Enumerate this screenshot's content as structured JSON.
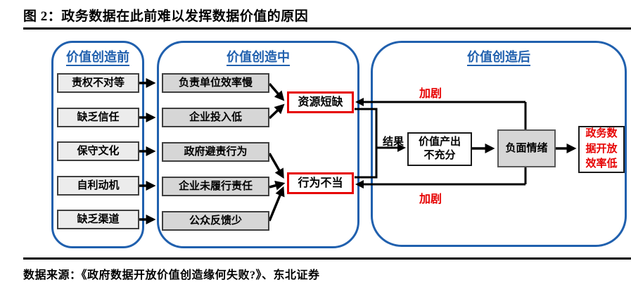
{
  "figure": {
    "title": "图 2：政务数据在此前难以发挥数据价值的原因",
    "source": "数据来源：《政府数据开放价值创造缘何失败?》、东北证券"
  },
  "colors": {
    "accent_blue": "#2060ae",
    "accent_red": "#e60000",
    "box_gray": "#d6d6d6",
    "box_light_gray": "#ececec",
    "line_black": "#000000"
  },
  "stage_pre": {
    "header": "价值创造前",
    "items": [
      "责权不对等",
      "缺乏信任",
      "保守文化",
      "自利动机",
      "缺乏渠道"
    ]
  },
  "stage_mid": {
    "header": "价值创造中",
    "causes": [
      "负责单位效率慢",
      "企业投入低",
      "政府避责行为",
      "企业未履行责任",
      "公众反馈少"
    ],
    "outcome_resource": "资源短缺",
    "outcome_behavior": "行为不当"
  },
  "stage_post": {
    "header": "价值创造后",
    "aggravate_top": "加剧",
    "aggravate_bottom": "加剧",
    "result_label": "结果",
    "node_output": "价值产出\n不充分",
    "node_emotion": "负面情绪",
    "node_final": "政务数\n据开放\n效率低"
  }
}
